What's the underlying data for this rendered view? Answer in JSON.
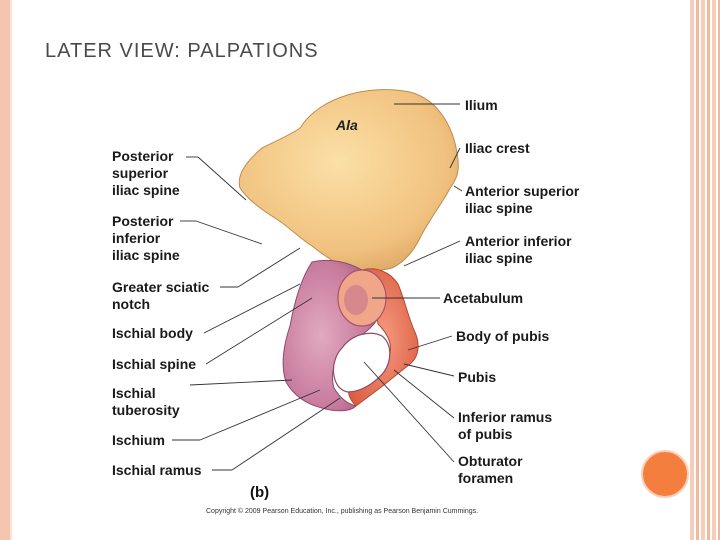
{
  "slide": {
    "title": "LATER VIEW: PALPATIONS",
    "accent_color": "#f47e3e"
  },
  "figure": {
    "panel_label": "(b)",
    "ala_label": "Ala",
    "copyright": "Copyright © 2009 Pearson Education, Inc., publishing as Pearson Benjamin Cummings.",
    "left_labels": [
      [
        "Posterior",
        "superior",
        "iliac spine"
      ],
      [
        "Posterior",
        "inferior",
        "iliac spine"
      ],
      [
        "Greater sciatic",
        "notch"
      ],
      [
        "Ischial body"
      ],
      [
        "Ischial spine"
      ],
      [
        "Ischial",
        "tuberosity"
      ],
      [
        "Ischium"
      ],
      [
        "Ischial ramus"
      ]
    ],
    "right_labels": [
      [
        "Ilium"
      ],
      [
        "Iliac crest"
      ],
      [
        "Anterior superior",
        "iliac spine"
      ],
      [
        "Anterior inferior",
        "iliac spine"
      ],
      [
        "Acetabulum"
      ],
      [
        "Body of pubis"
      ],
      [
        "Pubis"
      ],
      [
        "Inferior ramus",
        "of pubis"
      ],
      [
        "Obturator",
        "foramen"
      ]
    ],
    "colors": {
      "ilium": "#f3c98a",
      "ischium": "#cf8aa8",
      "pubis": "#e86a4c",
      "acetabulum": "#f09070"
    }
  }
}
